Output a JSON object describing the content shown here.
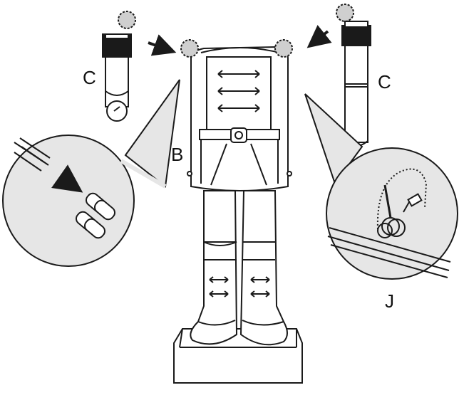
{
  "labels": {
    "left_arm": "C",
    "right_arm": "C",
    "body": "B",
    "detail": "J"
  },
  "colors": {
    "line": "#1a1a1a",
    "white": "#ffffff",
    "zoom_fill": "#e6e6e6",
    "dot_fill": "#cfcfcf"
  }
}
